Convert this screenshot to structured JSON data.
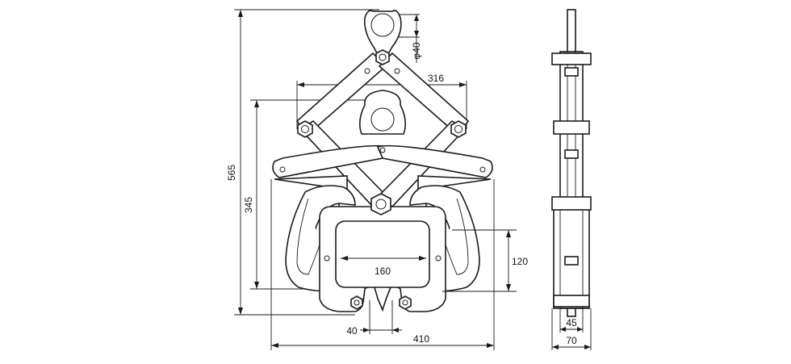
{
  "colors": {
    "line": "#1a1a1a",
    "background": "#ffffff",
    "text": "#111111"
  },
  "dimensions": {
    "eye_diameter": "φ40",
    "link_span": "316",
    "total_height": "565",
    "jaw_height": "345",
    "inner_width": "160",
    "jaw_opening": "120",
    "tip_gap": "40",
    "overall_width": "410",
    "plate_thickness": "45",
    "side_width": "70"
  }
}
